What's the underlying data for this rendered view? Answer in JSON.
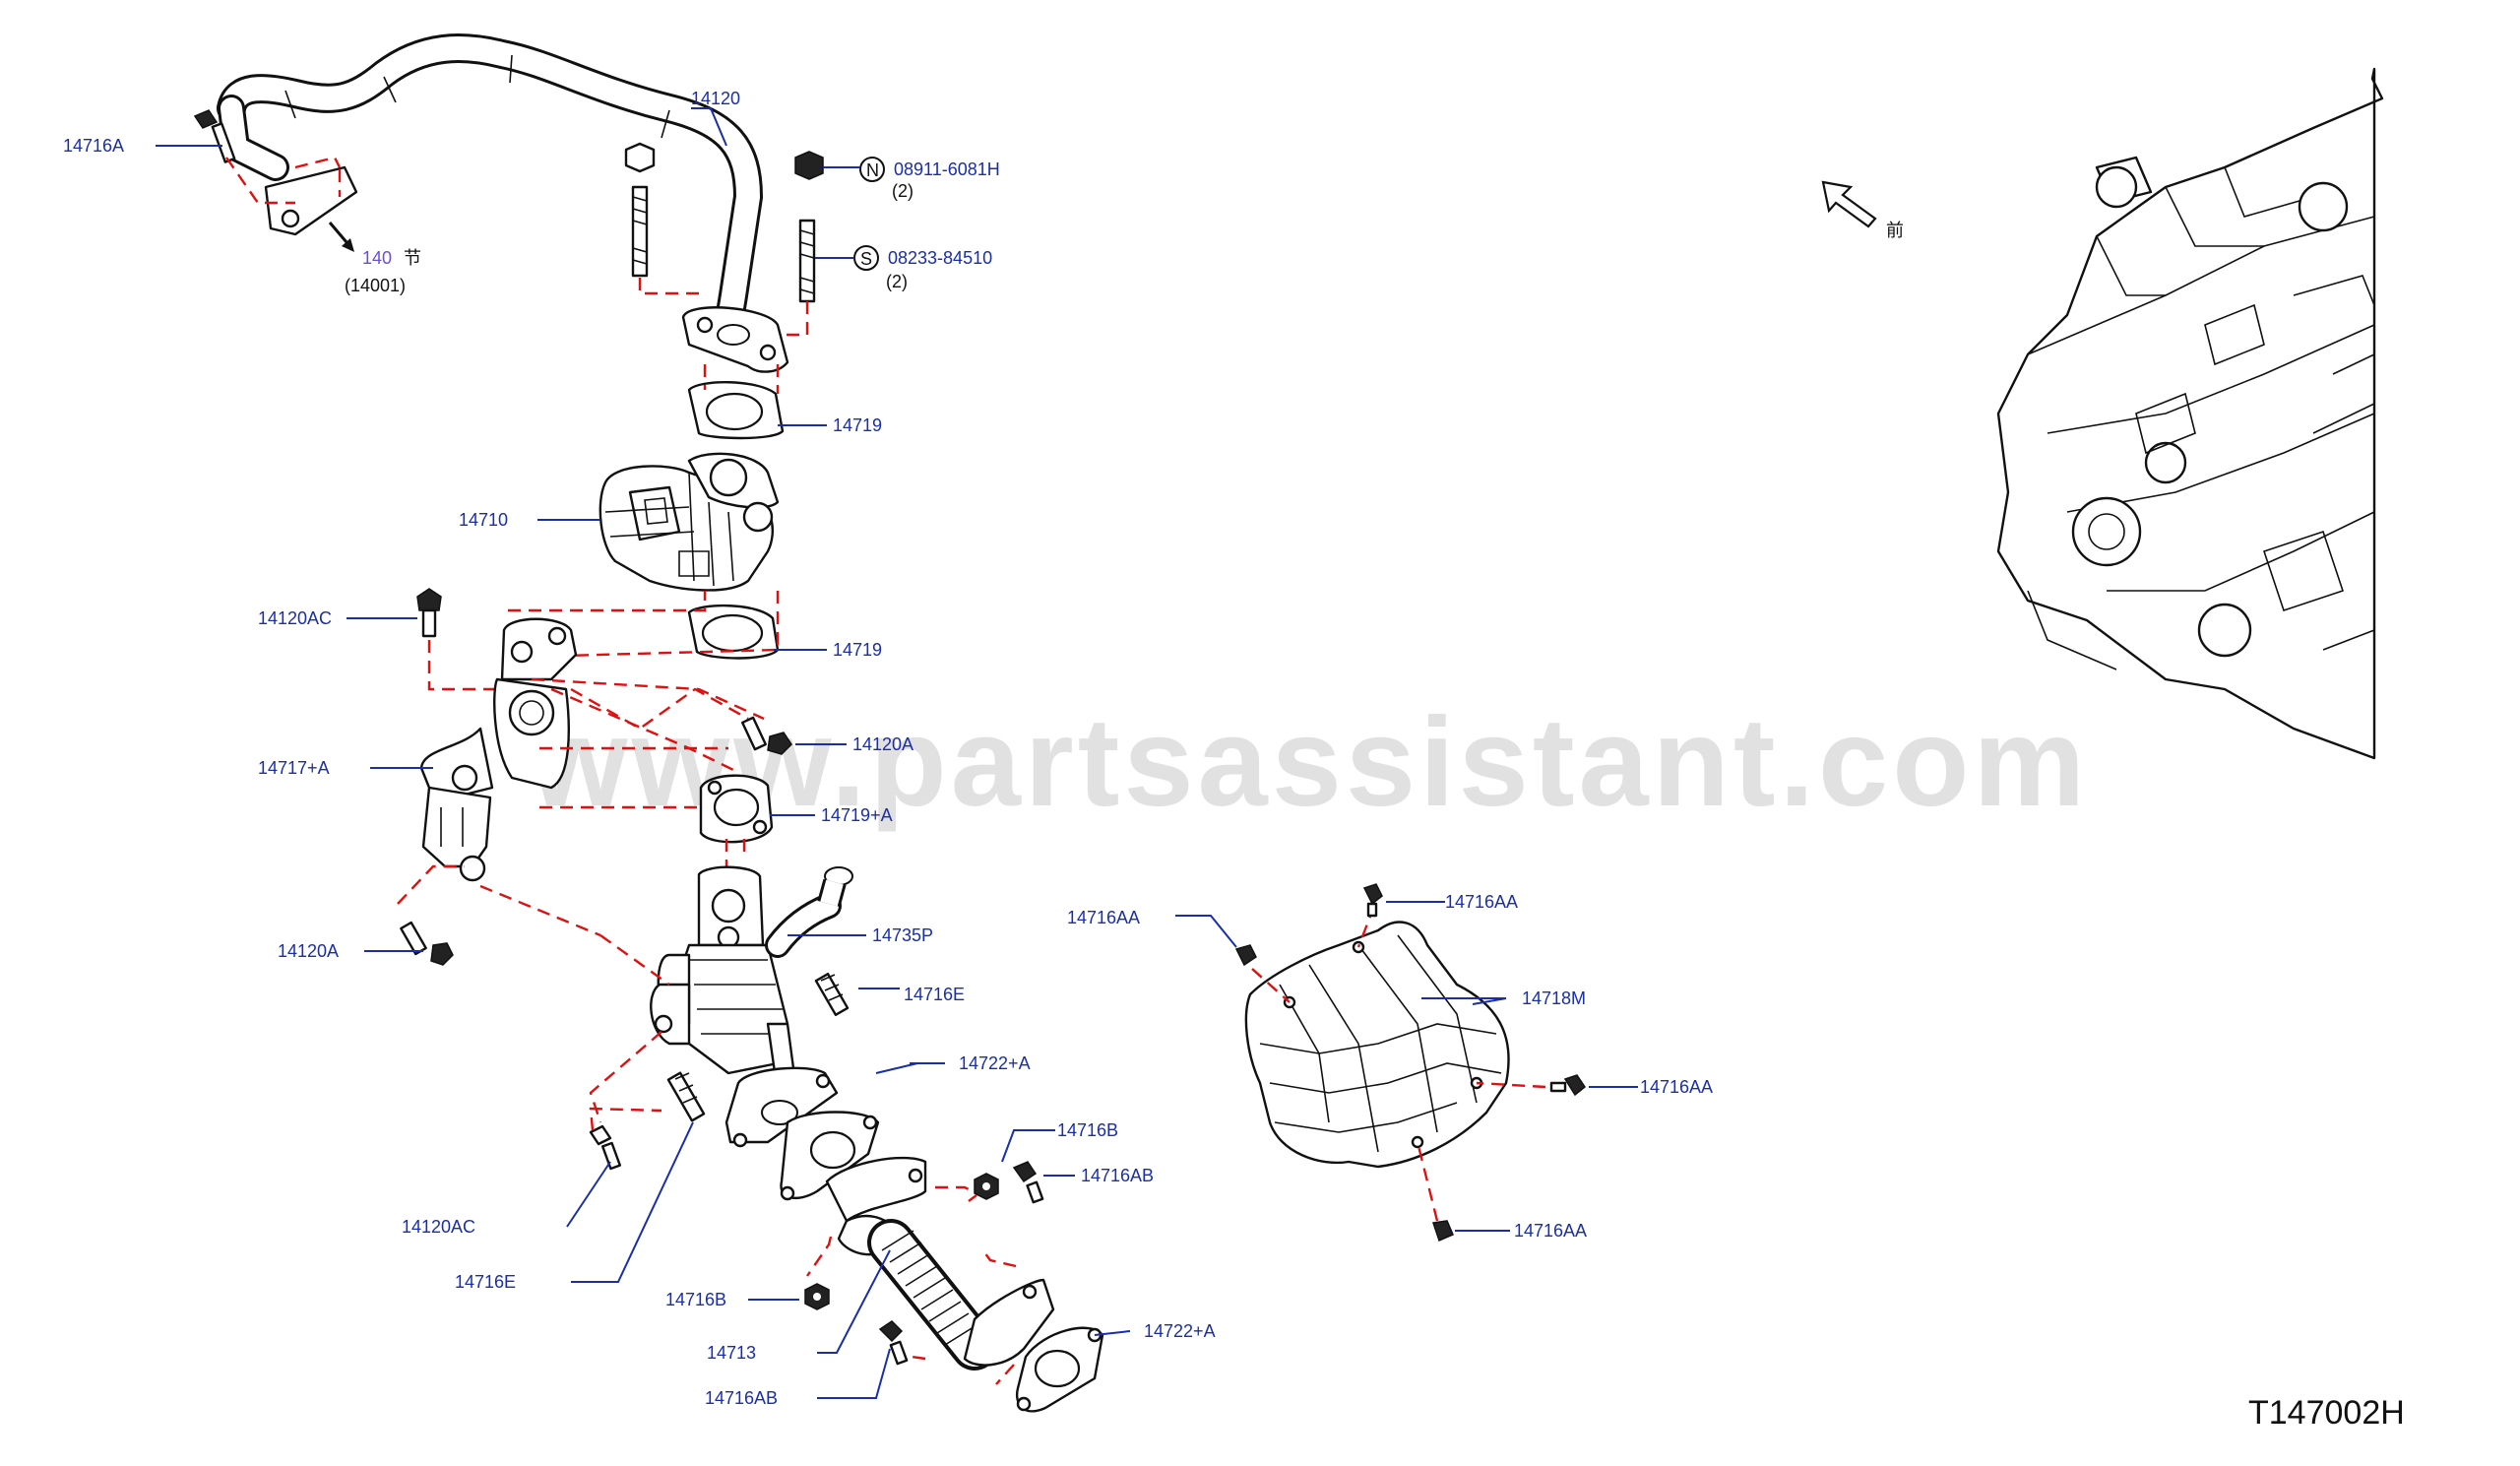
{
  "diagram": {
    "code": "T147002H",
    "watermark": "www.partsassistant.com",
    "front_mark": "前",
    "ref": {
      "section": "140",
      "section_suffix": "节",
      "part": "(14001)"
    },
    "callouts": {
      "c14716A": "14716A",
      "c14120": "14120",
      "c08911": "08911-6081H",
      "c08911_qty": "(2)",
      "c08233": "08233-84510",
      "c08233_qty": "(2)",
      "symN": "N",
      "symS": "S",
      "c14719_1": "14719",
      "c14710": "14710",
      "c14120AC_1": "14120AC",
      "c14719_2": "14719",
      "c14120A_1": "14120A",
      "c14717A": "14717+A",
      "c14719A": "14719+A",
      "c14735P": "14735P",
      "c14120A_2": "14120A",
      "c14716E_1": "14716E",
      "c14722A_1": "14722+A",
      "c14716B_1": "14716B",
      "c14716AB_1": "14716AB",
      "c14120AC_2": "14120AC",
      "c14716E_2": "14716E",
      "c14716B_2": "14716B",
      "c14713": "14713",
      "c14716AB_2": "14716AB",
      "c14722A_2": "14722+A",
      "c14716AA_1": "14716AA",
      "c14716AA_2": "14716AA",
      "c14718M": "14718M",
      "c14716AA_3": "14716AA",
      "c14716AA_4": "14716AA"
    }
  }
}
